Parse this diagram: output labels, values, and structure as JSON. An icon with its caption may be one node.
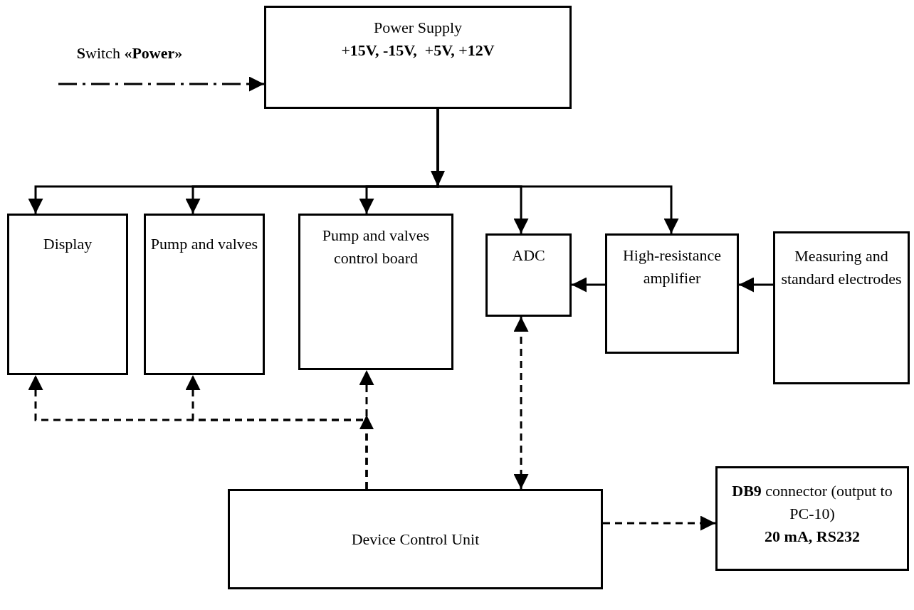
{
  "diagram": {
    "nodes": [
      {
        "text": [
          "Power Supply",
          "+**15V, -15V,**  +**5V,** +**12V**"
        ]
      },
      {
        "text": [
          "**S**witch **«Power»**"
        ]
      },
      {
        "text": [
          "Display"
        ]
      },
      {
        "text": [
          "Pump and valves"
        ]
      },
      {
        "text": [
          "Pump and valves control board"
        ]
      },
      {
        "text": [
          "ADC"
        ]
      },
      {
        "text": [
          "High-resistance amplifier"
        ]
      },
      {
        "text": [
          "Measuring and standard electrodes"
        ]
      },
      {
        "text": [
          "Device Control Unit"
        ]
      },
      {
        "text": [
          "**DB9** connector (output to PC-10)",
          "20 mA, RS232"
        ]
      }
    ],
    "edges": [
      {
        "from": 1,
        "to": 0,
        "arrow": "to",
        "style": "dashed"
      },
      {
        "from": 0,
        "to": 2,
        "arrow": "to"
      },
      {
        "from": 0,
        "to": 3,
        "arrow": "to"
      },
      {
        "from": 0,
        "to": 4,
        "arrow": "to"
      },
      {
        "from": 0,
        "to": 5,
        "arrow": "to"
      },
      {
        "from": 0,
        "to": 6,
        "arrow": "to"
      },
      {
        "from": 7,
        "to": 6,
        "arrow": "to"
      },
      {
        "from": 6,
        "to": 5,
        "arrow": "to"
      },
      {
        "from": 8,
        "to": 5,
        "arrow": "both",
        "style": "dashed"
      },
      {
        "from": 8,
        "to": 4,
        "arrow": "to",
        "style": "dashed"
      },
      {
        "from": 8,
        "to": 3,
        "arrow": "to",
        "style": "dashed"
      },
      {
        "from": 8,
        "to": 2,
        "arrow": "to",
        "style": "dashed"
      },
      {
        "from": 8,
        "to": 9,
        "arrow": "to",
        "style": "dashed"
      }
    ]
  }
}
